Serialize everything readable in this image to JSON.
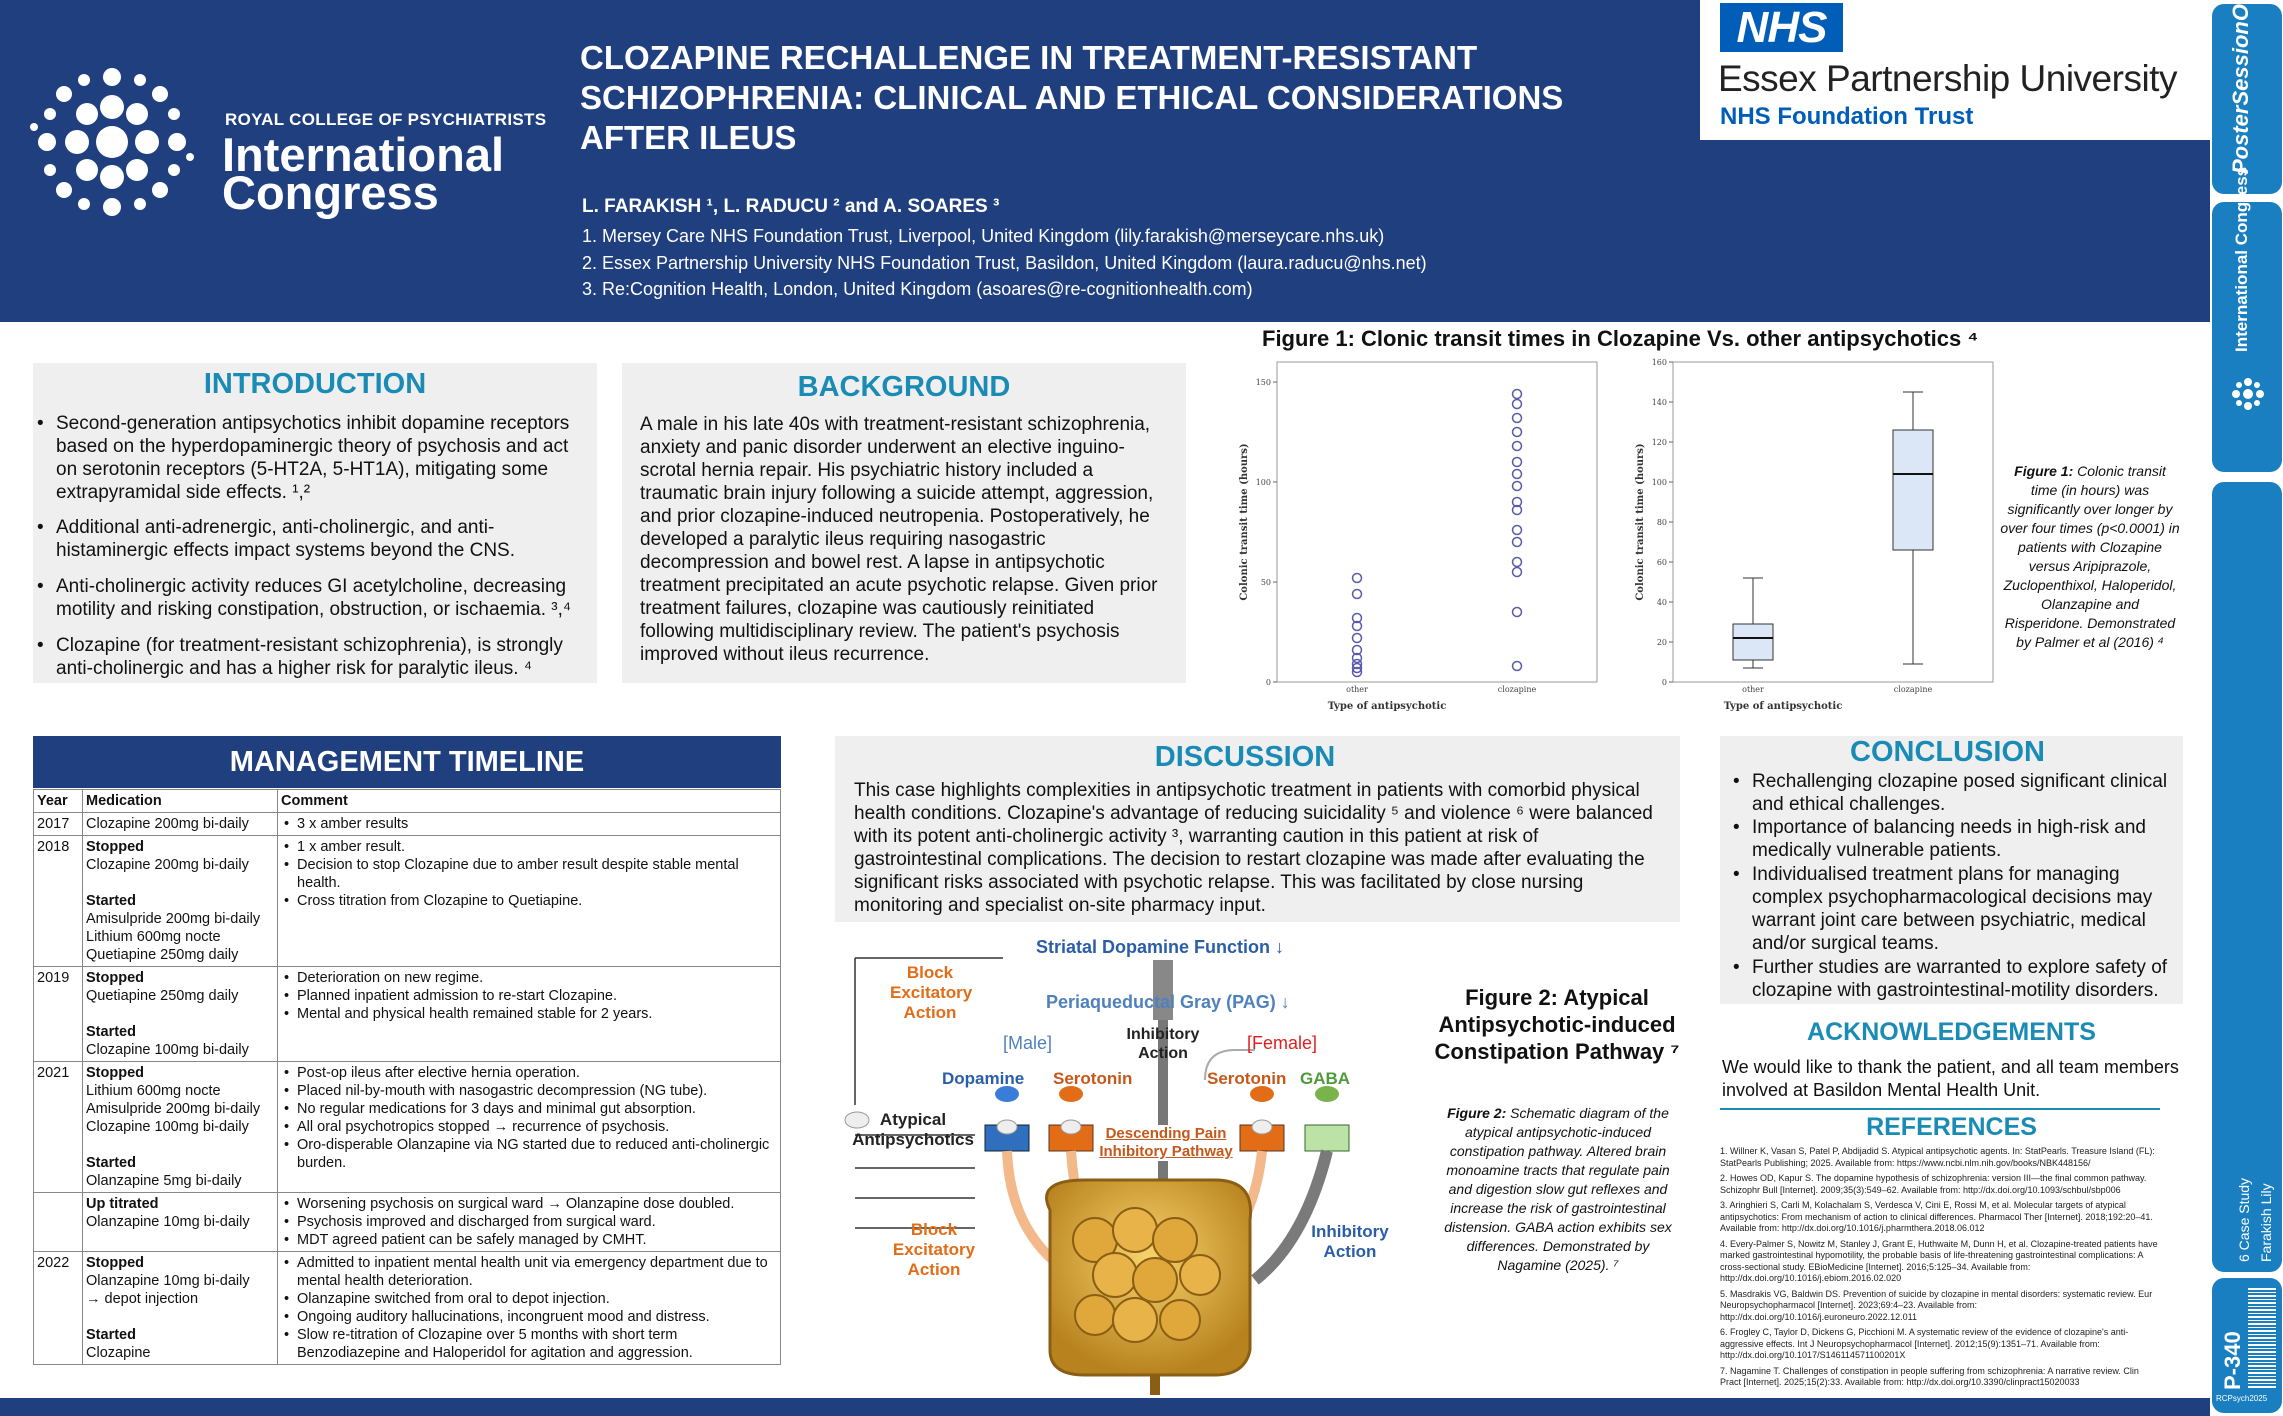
{
  "header": {
    "org": "ROYAL COLLEGE OF PSYCHIATRISTS",
    "congress_l1": "International",
    "congress_l2": "Congress",
    "title": "CLOZAPINE RECHALLENGE IN TREATMENT-RESISTANT SCHIZOPHRENIA: CLINICAL AND ETHICAL CONSIDERATIONS AFTER ILEUS",
    "authors": "L. FARAKISH ¹, L. RADUCU ² and A. SOARES ³",
    "affiliations": [
      "1.  Mersey Care NHS Foundation Trust, Liverpool, United Kingdom (lily.farakish@merseycare.nhs.uk)",
      "2.  Essex Partnership University NHS Foundation Trust, Basildon, United Kingdom (laura.raducu@nhs.net)",
      "3.  Re:Cognition Health, London, United Kingdom (asoares@re-cognitionhealth.com)"
    ],
    "nhs": "NHS",
    "nhs_org": "Essex Partnership University",
    "nhs_sub": "NHS Foundation Trust"
  },
  "strip": {
    "poster": "PosterSessionOnline",
    "congress": "International Congress",
    "case": "6 Case Study",
    "author": "Farakish Lily",
    "id": "P-340",
    "tag": "RCPsych2025"
  },
  "introduction": {
    "title": "INTRODUCTION",
    "bullets": [
      "Second-generation antipsychotics inhibit dopamine receptors based on the hyperdopaminergic theory of psychosis and act on serotonin receptors (5-HT2A, 5-HT1A), mitigating some extrapyramidal side effects. ¹,²",
      "Additional anti-adrenergic, anti-cholinergic, and anti-histaminergic effects impact systems beyond the CNS.",
      "Anti-cholinergic activity reduces GI acetylcholine, decreasing motility and risking constipation, obstruction, or ischaemia. ³,⁴",
      "Clozapine (for treatment-resistant schizophrenia), is strongly anti-cholinergic and has a higher risk for paralytic ileus. ⁴"
    ]
  },
  "background": {
    "title": "BACKGROUND",
    "text": "A male in his late 40s with treatment-resistant schizophrenia, anxiety and panic disorder underwent an elective inguino-scrotal hernia repair. His psychiatric history included a traumatic brain injury following a suicide attempt, aggression, and prior clozapine-induced neutropenia. Postoperatively, he developed a paralytic ileus requiring nasogastric decompression and bowel rest. A lapse in antipsychotic treatment precipitated an acute psychotic relapse. Given prior treatment failures, clozapine was cautiously reinitiated following multidisciplinary review. The patient's psychosis improved without ileus recurrence."
  },
  "figure1": {
    "title": "Figure 1: Clonic transit times in Clozapine Vs. other antipsychotics ⁴",
    "caption_label": "Figure 1:",
    "caption": " Colonic transit time (in hours) was significantly over longer by over four times (p<0.0001) in patients with Clozapine versus Aripiprazole, Zuclopenthixol, Haloperidol, Olanzapine and Risperidone. Demonstrated by Palmer et al (2016) ⁴"
  },
  "chart_data": [
    {
      "type": "scatter",
      "xlabel": "Type of antipsychotic",
      "ylabel": "Colonic transit time (hours)",
      "categories": [
        "other",
        "clozapine"
      ],
      "ylim": [
        0,
        160
      ],
      "yticks": [
        0,
        50,
        100,
        150
      ],
      "series": [
        {
          "category": "other",
          "values": [
            52,
            44,
            32,
            28,
            22,
            16,
            12,
            9,
            7,
            5
          ]
        },
        {
          "category": "clozapine",
          "values": [
            144,
            139,
            132,
            125,
            118,
            110,
            104,
            98,
            90,
            86,
            76,
            70,
            60,
            55,
            35,
            8
          ]
        }
      ]
    },
    {
      "type": "box",
      "xlabel": "Type of antipsychotic",
      "ylabel": "Colonic transit time (hours)",
      "categories": [
        "other",
        "clozapine"
      ],
      "ylim": [
        0,
        160
      ],
      "yticks": [
        0,
        20,
        40,
        60,
        80,
        100,
        120,
        140,
        160
      ],
      "boxes": [
        {
          "category": "other",
          "min": 7,
          "q1": 11,
          "median": 22,
          "q3": 29,
          "max": 52
        },
        {
          "category": "clozapine",
          "min": 9,
          "q1": 66,
          "median": 104,
          "q3": 126,
          "max": 145
        }
      ]
    }
  ],
  "timeline": {
    "title": "MANAGEMENT TIMELINE",
    "headers": [
      "Year",
      "Medication",
      "Comment"
    ],
    "rows": [
      {
        "year": "2017",
        "med": [
          {
            "t": "Clozapine 200mg bi-daily"
          }
        ],
        "comments": [
          "3 x amber results"
        ]
      },
      {
        "year": "2018",
        "med": [
          {
            "t": "Stopped",
            "b": true
          },
          {
            "t": "Clozapine 200mg bi-daily"
          },
          {
            "t": " "
          },
          {
            "t": "Started",
            "b": true
          },
          {
            "t": "Amisulpride 200mg bi-daily"
          },
          {
            "t": "Lithium 600mg nocte"
          },
          {
            "t": "Quetiapine 250mg daily"
          }
        ],
        "comments": [
          "1 x amber result.",
          "Decision to stop Clozapine due to amber result despite stable mental health.",
          "Cross titration from Clozapine to Quetiapine."
        ]
      },
      {
        "year": "2019",
        "med": [
          {
            "t": "Stopped",
            "b": true
          },
          {
            "t": "Quetiapine 250mg daily"
          },
          {
            "t": " "
          },
          {
            "t": "Started",
            "b": true
          },
          {
            "t": "Clozapine 100mg bi-daily"
          }
        ],
        "comments": [
          "Deterioration on new regime.",
          "Planned inpatient admission to re-start Clozapine.",
          "Mental and physical health remained stable for 2 years."
        ]
      },
      {
        "year": "2021",
        "med": [
          {
            "t": "Stopped",
            "b": true
          },
          {
            "t": "Lithium 600mg nocte"
          },
          {
            "t": "Amisulpride 200mg bi-daily"
          },
          {
            "t": "Clozapine 100mg bi-daily"
          },
          {
            "t": " "
          },
          {
            "t": "Started",
            "b": true
          },
          {
            "t": "Olanzapine 5mg bi-daily"
          }
        ],
        "comments": [
          "Post-op ileus after elective hernia operation.",
          "Placed nil-by-mouth with nasogastric decompression (NG tube).",
          "No regular medications for 3 days and minimal gut absorption.",
          "All oral psychotropics stopped → recurrence of psychosis.",
          "Oro-disperable Olanzapine via NG started due to reduced anti-cholinergic burden."
        ]
      },
      {
        "year": "",
        "med": [
          {
            "t": "Up titrated",
            "b": true
          },
          {
            "t": "Olanzapine 10mg bi-daily"
          }
        ],
        "comments": [
          "Worsening psychosis on surgical ward → Olanzapine dose doubled.",
          "Psychosis improved and discharged from surgical ward.",
          "MDT agreed patient can be safely managed by CMHT."
        ]
      },
      {
        "year": "2022",
        "med": [
          {
            "t": "Stopped",
            "b": true
          },
          {
            "t": "Olanzapine 10mg bi-daily"
          },
          {
            "t": "→ depot injection"
          },
          {
            "t": " "
          },
          {
            "t": "Started",
            "b": true
          },
          {
            "t": "Clozapine"
          }
        ],
        "comments": [
          "Admitted to inpatient mental health unit via emergency department due to mental health deterioration.",
          "Olanzapine switched from oral to depot injection.",
          "Ongoing auditory hallucinations, incongruent mood and distress.",
          "Slow re-titration of Clozapine over 5 months with short term Benzodiazepine and Haloperidol for agitation and aggression."
        ]
      }
    ]
  },
  "discussion": {
    "title": "DISCUSSION",
    "text": "This case highlights complexities in antipsychotic treatment in patients with comorbid physical health conditions. Clozapine's advantage of reducing suicidality ⁵ and violence ⁶  were balanced with its potent anti-cholinergic activity ³, warranting caution in this patient at risk of gastrointestinal complications. The decision to restart clozapine was made after evaluating the significant risks associated with psychotic relapse. This was facilitated by close nursing monitoring and specialist on-site pharmacy input."
  },
  "figure2": {
    "labels": {
      "striatal": "Striatal Dopamine Function ↓",
      "pag": "Periaqueductal Gray (PAG) ↓",
      "block_top": "Block\nExcitatory\nAction",
      "block_bottom": "Block\nExcitatory\nAction",
      "inhibitory_top": "Inhibitory\nAction",
      "inhibitory_right": "Inhibitory\nAction",
      "male": "[Male]",
      "female": "[Female]",
      "dopamine": "Dopamine",
      "serotonin_l": "Serotonin",
      "serotonin_r": "Serotonin",
      "gaba": "GABA",
      "atypical": "Atypical\nAntipsychotics",
      "descending": "Descending Pain\nInhibitory Pathway"
    },
    "title": "Figure 2: Atypical Antipsychotic-induced Constipation Pathway ⁷",
    "caption_label": "Figure 2:",
    "caption": " Schematic diagram of the atypical antipsychotic-induced constipation pathway. Altered brain monoamine tracts that regulate pain and digestion slow gut reflexes and increase the risk of gastrointestinal distension. GABA action exhibits sex differences. Demonstrated by Nagamine (2025). ⁷"
  },
  "conclusion": {
    "title": "CONCLUSION",
    "bullets": [
      "Rechallenging clozapine posed significant clinical and ethical challenges.",
      "Importance of balancing needs in high-risk and medically vulnerable patients.",
      "Individualised treatment plans for managing complex psychopharmacological decisions may warrant joint care between psychiatric, medical and/or surgical teams.",
      "Further studies are warranted to explore safety of clozapine with gastrointestinal-motility disorders."
    ]
  },
  "acknowledgements": {
    "title": "ACKNOWLEDGEMENTS",
    "text": "We would like to thank the patient, and all team members involved at Basildon Mental Health Unit."
  },
  "references": {
    "title": "REFERENCES",
    "items": [
      "1.  Willner K, Vasan S, Patel P, Abdijadid S. Atypical antipsychotic agents. In: StatPearls. Treasure Island (FL): StatPearls Publishing; 2025. Available from: https://www.ncbi.nlm.nih.gov/books/NBK448156/",
      "2.  Howes OD, Kapur S. The dopamine hypothesis of schizophrenia: version III—the final common pathway. Schizophr Bull [Internet]. 2009;35(3):549–62. Available from: http://dx.doi.org/10.1093/schbul/sbp006",
      "3.  Aringhieri S, Carli M, Kolachalam S, Verdesca V, Cini E, Rossi M, et al. Molecular targets of atypical antipsychotics: From mechanism of action to clinical differences. Pharmacol Ther [Internet]. 2018;192:20–41. Available from: http://dx.doi.org/10.1016/j.pharmthera.2018.06.012",
      "4.  Every-Palmer S, Nowitz M, Stanley J, Grant E, Huthwaite M, Dunn H, et al. Clozapine-treated patients have marked gastrointestinal hypomotility, the probable basis of life-threatening gastrointestinal complications: A cross-sectional study. EBioMedicine [Internet]. 2016;5:125–34. Available from: http://dx.doi.org/10.1016/j.ebiom.2016.02.020",
      "5.  Masdrakis VG, Baldwin DS. Prevention of suicide by clozapine in mental disorders: systematic review. Eur Neuropsychopharmacol [Internet]. 2023;69:4–23. Available from: http://dx.doi.org/10.1016/j.euroneuro.2022.12.011",
      "6.  Frogley C, Taylor D, Dickens G, Picchioni M. A systematic review of the evidence of clozapine's anti-aggressive effects. Int J Neuropsychopharmacol [Internet]. 2012;15(9):1351–71. Available from: http://dx.doi.org/10.1017/S146114571100201X",
      "7.  Nagamine T. Challenges of constipation in people suffering from schizophrenia: A narrative review. Clin Pract [Internet]. 2025;15(2):33. Available from: http://dx.doi.org/10.3390/clinpract15020033"
    ]
  }
}
